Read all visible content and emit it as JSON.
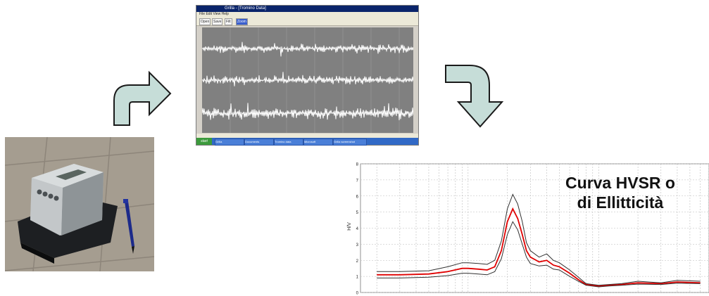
{
  "hvsr_title_line1": "Curva HVSR o",
  "hvsr_title_line2": "di Ellitticità",
  "screenshot": {
    "title": "Grilla - [Tromino Data]",
    "menu": "File  Edit  View  Help",
    "toolbar_buttons": [
      "Open",
      "Save",
      "Filt",
      "Zoom"
    ],
    "start_label": "start",
    "taskbar_items": [
      "Grilla",
      "Documents",
      "Tromino data",
      "Microsoft",
      "Grilla screenshot"
    ]
  },
  "chart_data": {
    "type": "line",
    "title": "",
    "xlabel": "",
    "ylabel": "H/V",
    "ylim": [
      0,
      8
    ],
    "yticks": [
      0,
      1,
      2,
      3,
      4,
      5,
      6,
      7,
      8
    ],
    "x_scale": "log",
    "x": [
      0.2,
      0.3,
      0.5,
      0.7,
      0.9,
      1.0,
      1.2,
      1.4,
      1.6,
      1.8,
      2.0,
      2.2,
      2.4,
      2.6,
      2.8,
      3.0,
      3.5,
      4.0,
      4.5,
      5.0,
      6.0,
      7.0,
      8.0,
      10.0,
      12.0,
      15.0,
      20.0,
      30.0,
      40.0,
      60.0
    ],
    "series": [
      {
        "color": "#e00000",
        "values": [
          1.1,
          1.1,
          1.15,
          1.3,
          1.5,
          1.5,
          1.45,
          1.4,
          1.6,
          2.6,
          4.4,
          5.2,
          4.6,
          3.6,
          2.6,
          2.2,
          1.9,
          2.0,
          1.7,
          1.6,
          1.2,
          0.8,
          0.5,
          0.4,
          0.45,
          0.5,
          0.6,
          0.55,
          0.65,
          0.6
        ]
      },
      {
        "color": "#303030",
        "values": [
          1.3,
          1.3,
          1.35,
          1.6,
          1.85,
          1.85,
          1.8,
          1.75,
          2.0,
          3.2,
          5.2,
          6.1,
          5.5,
          4.4,
          3.1,
          2.6,
          2.2,
          2.4,
          2.0,
          1.85,
          1.4,
          0.95,
          0.55,
          0.45,
          0.5,
          0.55,
          0.7,
          0.6,
          0.75,
          0.7
        ]
      },
      {
        "color": "#303030",
        "values": [
          0.9,
          0.9,
          0.95,
          1.05,
          1.2,
          1.2,
          1.15,
          1.1,
          1.3,
          2.1,
          3.6,
          4.4,
          3.9,
          3.0,
          2.2,
          1.8,
          1.65,
          1.7,
          1.45,
          1.4,
          1.0,
          0.7,
          0.45,
          0.35,
          0.4,
          0.45,
          0.52,
          0.5,
          0.58,
          0.55
        ]
      }
    ]
  }
}
